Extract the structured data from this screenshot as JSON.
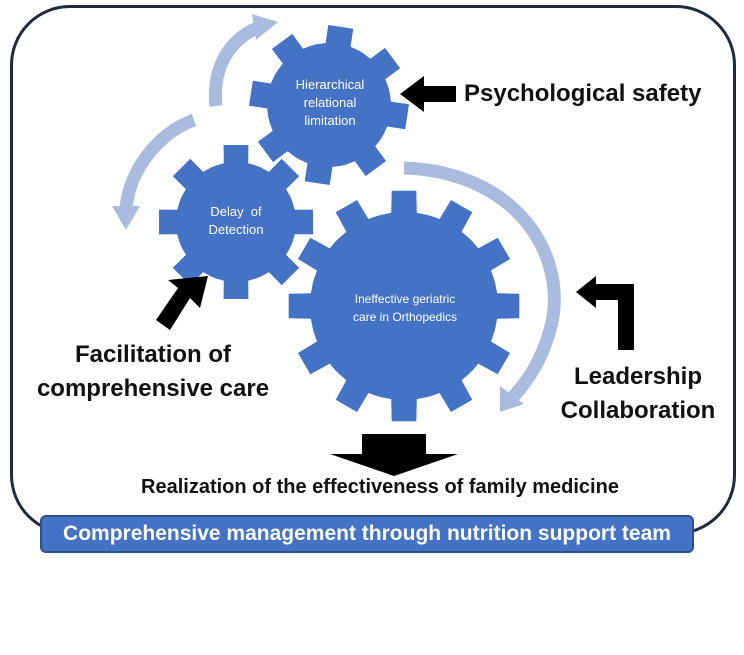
{
  "colors": {
    "gear": "#4472c4",
    "arc": "#a9bce0",
    "frame_border": "#1f2b3a",
    "banner_fill": "#4472c4",
    "text": "#111111"
  },
  "gears": {
    "hierarchical": {
      "line1": "Hierarchical",
      "line2": "relational",
      "line3": "limitation"
    },
    "delay": {
      "line1": "Delay  of",
      "line2": "Detection"
    },
    "ineffective": {
      "line1": "Ineffective geriatric",
      "line2": "care in Orthopedics"
    }
  },
  "labels": {
    "psychological_safety": "Psychological safety",
    "facilitation_line1": "Facilitation of",
    "facilitation_line2": "comprehensive care",
    "leadership": "Leadership",
    "collaboration": "Collaboration",
    "realization": "Realization of the effectiveness of family medicine"
  },
  "banner": {
    "text": "Comprehensive management through nutrition support team"
  },
  "icons": {
    "arrow_to_top_gear": "left-arrow-icon",
    "arrow_to_left_gear": "diagonal-up-right-arrow-icon",
    "arrow_to_big_gear": "bent-arrow-icon",
    "arrow_down": "down-arrow-icon",
    "cycle_arcs": "curved-cycle-arrow-icon"
  }
}
